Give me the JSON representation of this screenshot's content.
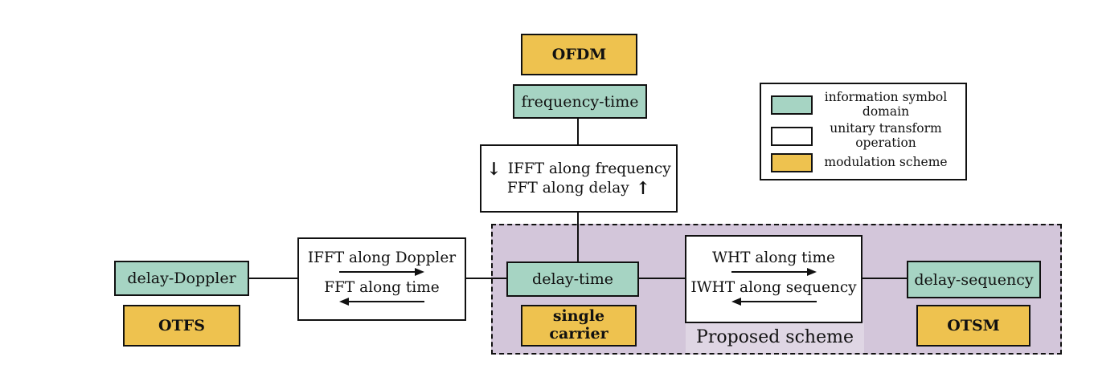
{
  "diagram": {
    "nodes": {
      "ofdm": "OFDM",
      "frequency_time": "frequency-time",
      "delay_doppler": "delay-Doppler",
      "otfs": "OTFS",
      "delay_time": "delay-time",
      "single_carrier": "single carrier",
      "delay_sequency": "delay-sequency",
      "otsm": "OTSM"
    },
    "transforms": {
      "freq_delay": {
        "line1": "IFFT along frequency",
        "line2": "FFT along delay"
      },
      "doppler_time": {
        "line1": "IFFT along Doppler",
        "line2": "FFT along time"
      },
      "time_sequency": {
        "line1": "WHT along time",
        "line2": "IWHT along sequency"
      }
    },
    "proposed_label": "Proposed scheme"
  },
  "legend": {
    "items": [
      {
        "swatch_color": "#a6d4c3",
        "label": "information symbol domain"
      },
      {
        "swatch_color": "#ffffff",
        "label": "unitary transform operation"
      },
      {
        "swatch_color": "#eec24f",
        "label": "modulation scheme"
      }
    ]
  },
  "icons": {
    "down_arrow": "↓",
    "up_arrow": "↑"
  },
  "colors": {
    "teal": "#a6d4c3",
    "orange": "#eec24f",
    "purple": "#d3c6da",
    "line": "#111111"
  }
}
